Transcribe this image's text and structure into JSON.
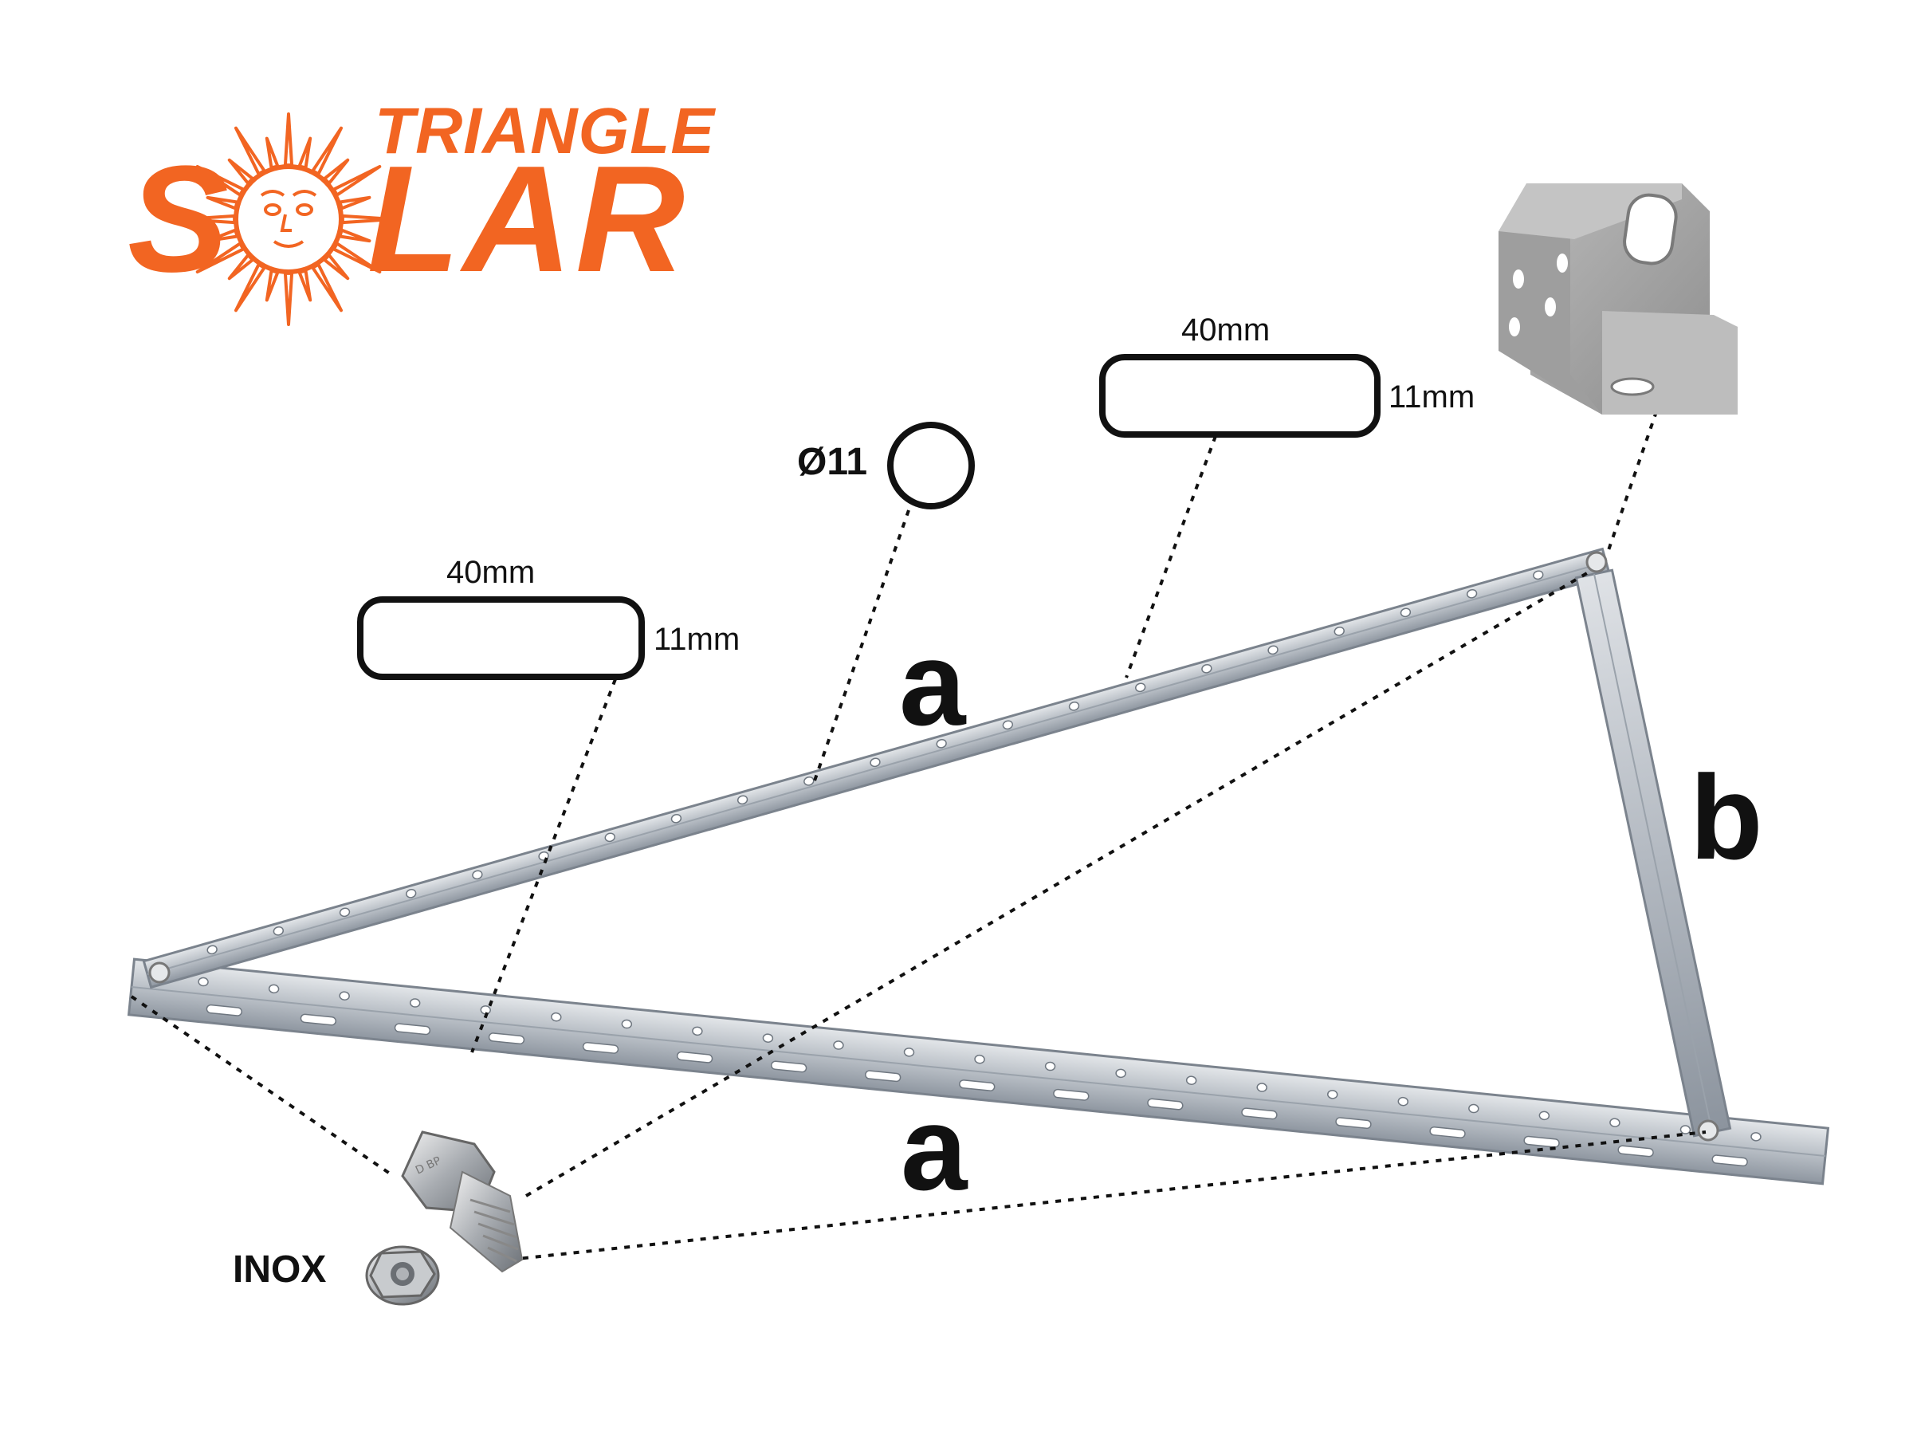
{
  "logo": {
    "line1": "TRIANGLE",
    "line2_part1": "S",
    "line2_part2": "LAR",
    "color": "#f26522"
  },
  "labels": {
    "slot_top_width": "40mm",
    "slot_top_height": "11mm",
    "slot_left_width": "40mm",
    "slot_left_height": "11mm",
    "hole_diameter": "Ø11",
    "side_a_top": "a",
    "side_a_bottom": "a",
    "side_b": "b",
    "bolt_material": "INOX"
  },
  "colors": {
    "profile_fill": "#c9ced4",
    "profile_edge": "#7e8690",
    "hole": "#ffffff",
    "outline": "#111111"
  },
  "icons": {
    "sun": "sun-face-icon",
    "bolt": "hex-bolt-icon",
    "nut": "flange-nut-icon",
    "profile": "c-channel-profile-icon"
  }
}
